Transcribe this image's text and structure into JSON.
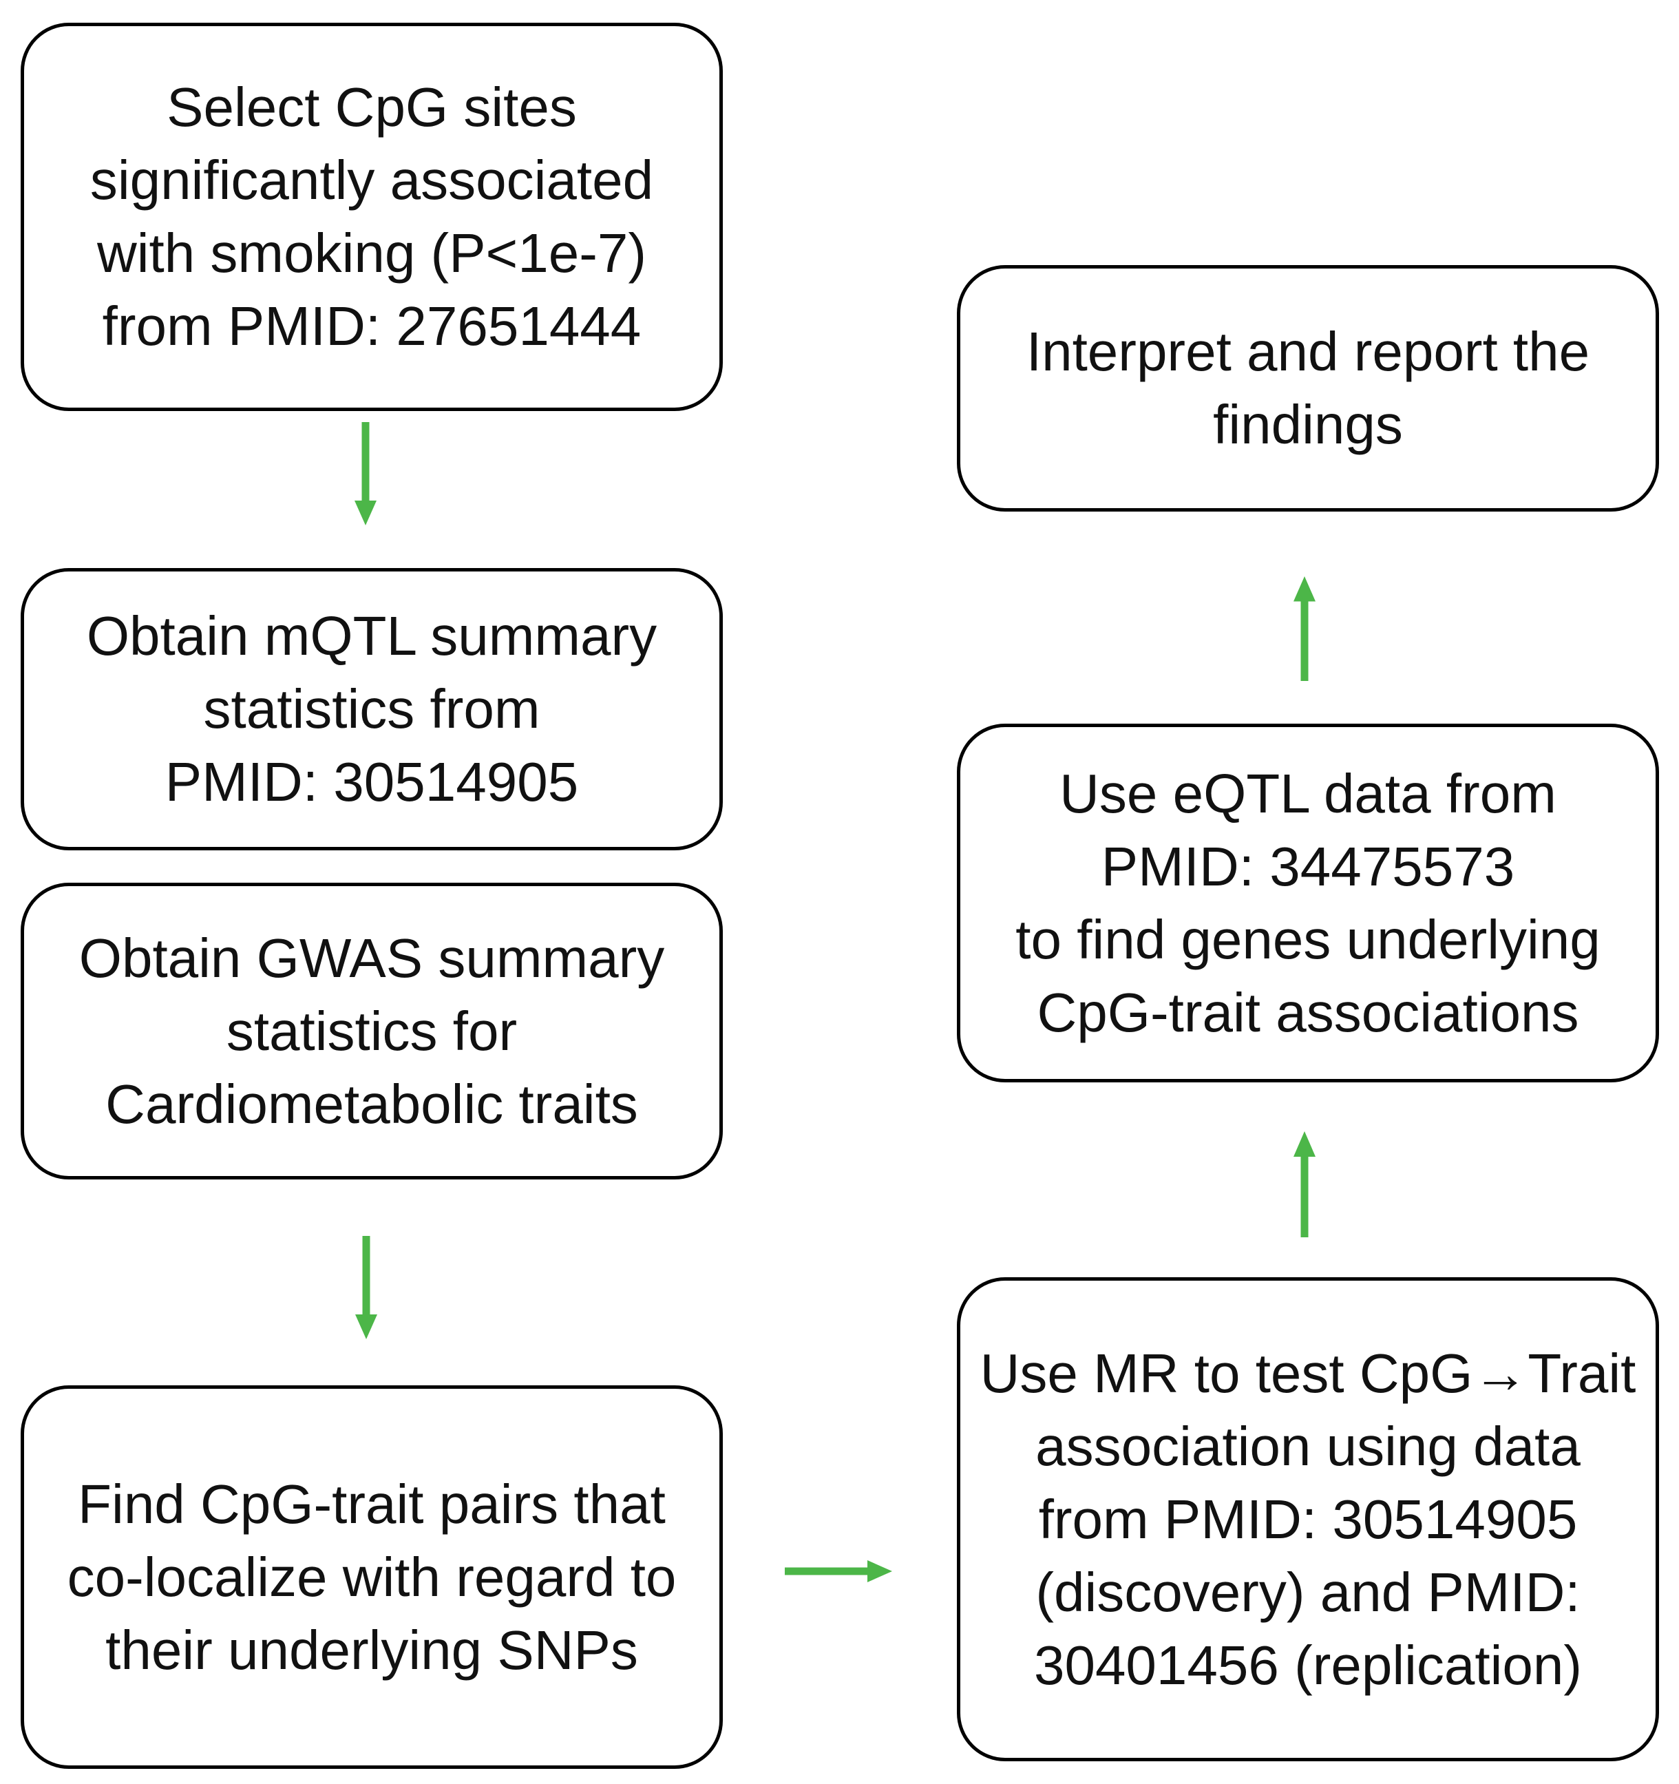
{
  "colors": {
    "arrow_green": "#4CB648",
    "box_border": "#000000",
    "text": "#111111",
    "background": "#ffffff"
  },
  "flowchart": {
    "boxes": {
      "select_cpg": {
        "text": "Select CpG sites\nsignificantly associated\nwith smoking (P<1e-7)\nfrom PMID: 27651444"
      },
      "obtain_mqtl": {
        "text": "Obtain mQTL summary\nstatistics from\nPMID: 30514905"
      },
      "obtain_gwas": {
        "text": "Obtain GWAS summary\nstatistics for\nCardiometabolic traits"
      },
      "find_pairs": {
        "text": "Find CpG-trait pairs that\nco-localize with regard to\ntheir underlying SNPs"
      },
      "interpret": {
        "text": "Interpret and report the\nfindings"
      },
      "use_eqtl": {
        "text": "Use eQTL data from\nPMID: 34475573\nto find genes underlying\nCpG-trait associations"
      },
      "use_mr": {
        "text": "Use MR to test CpG→Trait\nassociation using data\nfrom PMID: 30514905\n(discovery) and PMID:\n30401456 (replication)"
      }
    },
    "arrows": [
      {
        "from": "select_cpg",
        "to": "obtain_mqtl",
        "direction": "down"
      },
      {
        "from": "obtain_gwas",
        "to": "find_pairs",
        "direction": "down"
      },
      {
        "from": "find_pairs",
        "to": "use_mr",
        "direction": "right"
      },
      {
        "from": "use_mr",
        "to": "use_eqtl",
        "direction": "up"
      },
      {
        "from": "use_eqtl",
        "to": "interpret",
        "direction": "up"
      }
    ]
  }
}
